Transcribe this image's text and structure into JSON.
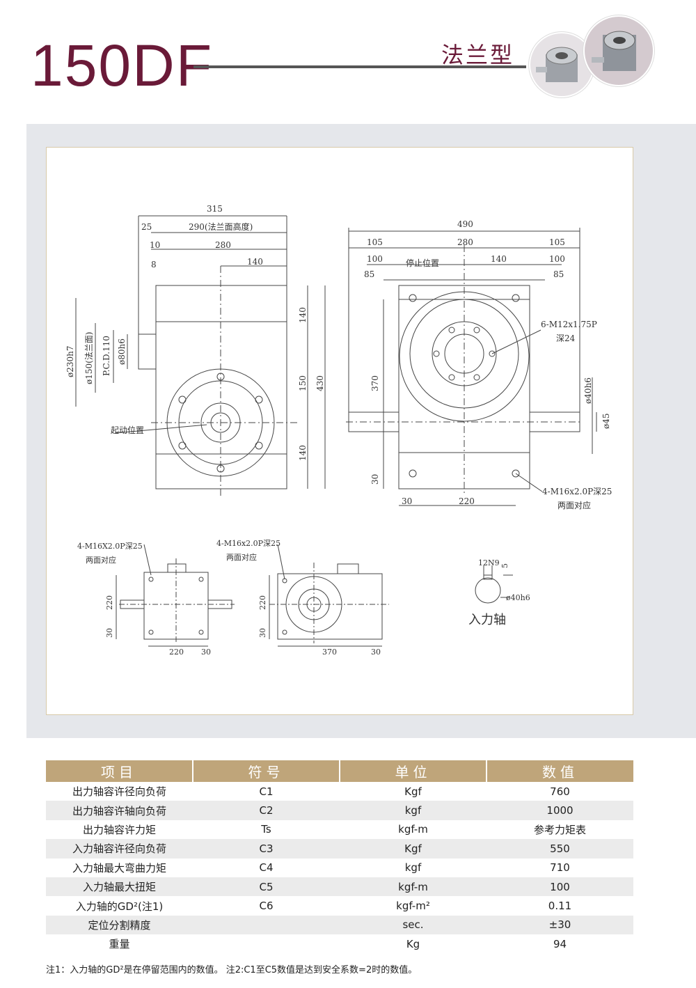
{
  "header": {
    "model": "150DF",
    "type_label": "法兰型"
  },
  "drawing": {
    "side_view": {
      "dims_top": [
        "315",
        "25",
        "290(法兰面高度)",
        "10",
        "280",
        "8",
        "140"
      ],
      "dims_right": [
        "140",
        "150",
        "430",
        "140"
      ],
      "dims_left": [
        "ø230h7",
        "ø150(法兰面)",
        "P.C.D.110",
        "ø80h6"
      ],
      "start_label": "起动位置"
    },
    "front_view": {
      "dims_top": [
        "490",
        "105",
        "280",
        "105",
        "100",
        "停止位置",
        "140",
        "100",
        "85",
        "85"
      ],
      "dim_370": "370",
      "dim_30": "30",
      "bottom": [
        "30",
        "220"
      ],
      "holes_label_1": "6-M12x1.75P",
      "holes_label_2": "深24",
      "shaft_dims": [
        "ø40h6",
        "ø45"
      ],
      "bottom_holes_1": "4-M16x2.0P深25",
      "bottom_holes_2": "两面对应"
    },
    "small_left": {
      "label_1": "4-M16X2.0P深25",
      "label_2": "两面对应",
      "dims": [
        "220",
        "30",
        "220",
        "30"
      ]
    },
    "small_mid": {
      "label_1": "4-M16x2.0P深25",
      "label_2": "两面对应",
      "dims": [
        "220",
        "30",
        "370",
        "30"
      ]
    },
    "key_detail": {
      "dims": [
        "12N9",
        "5",
        "ø40h6"
      ],
      "label": "入力轴"
    }
  },
  "table": {
    "headers": [
      "项目",
      "符号",
      "单位",
      "数值"
    ],
    "rows": [
      {
        "item": "出力轴容许径向负荷",
        "symbol": "C1",
        "unit": "Kgf",
        "value": "760"
      },
      {
        "item": "出力轴容许轴向负荷",
        "symbol": "C2",
        "unit": "kgf",
        "value": "1000"
      },
      {
        "item": "出力轴容许力矩",
        "symbol": "Ts",
        "unit": "kgf-m",
        "value": "参考力矩表"
      },
      {
        "item": "入力轴容许径向负荷",
        "symbol": "C3",
        "unit": "Kgf",
        "value": "550"
      },
      {
        "item": "入力轴最大弯曲力矩",
        "symbol": "C4",
        "unit": "kgf",
        "value": "710"
      },
      {
        "item": "入力轴最大扭矩",
        "symbol": "C5",
        "unit": "kgf-m",
        "value": "100"
      },
      {
        "item": "入力轴的GD²(注1)",
        "symbol": "C6",
        "unit": "kgf-m²",
        "value": "0.11"
      },
      {
        "item": "定位分割精度",
        "symbol": "",
        "unit": "sec.",
        "value": "±30"
      },
      {
        "item": "重量",
        "symbol": "",
        "unit": "Kg",
        "value": "94"
      }
    ]
  },
  "note": "注1：入力轴的GD²是在停留范围内的数值。   注2:C1至C5数值是达到安全系数=2时的数值。"
}
